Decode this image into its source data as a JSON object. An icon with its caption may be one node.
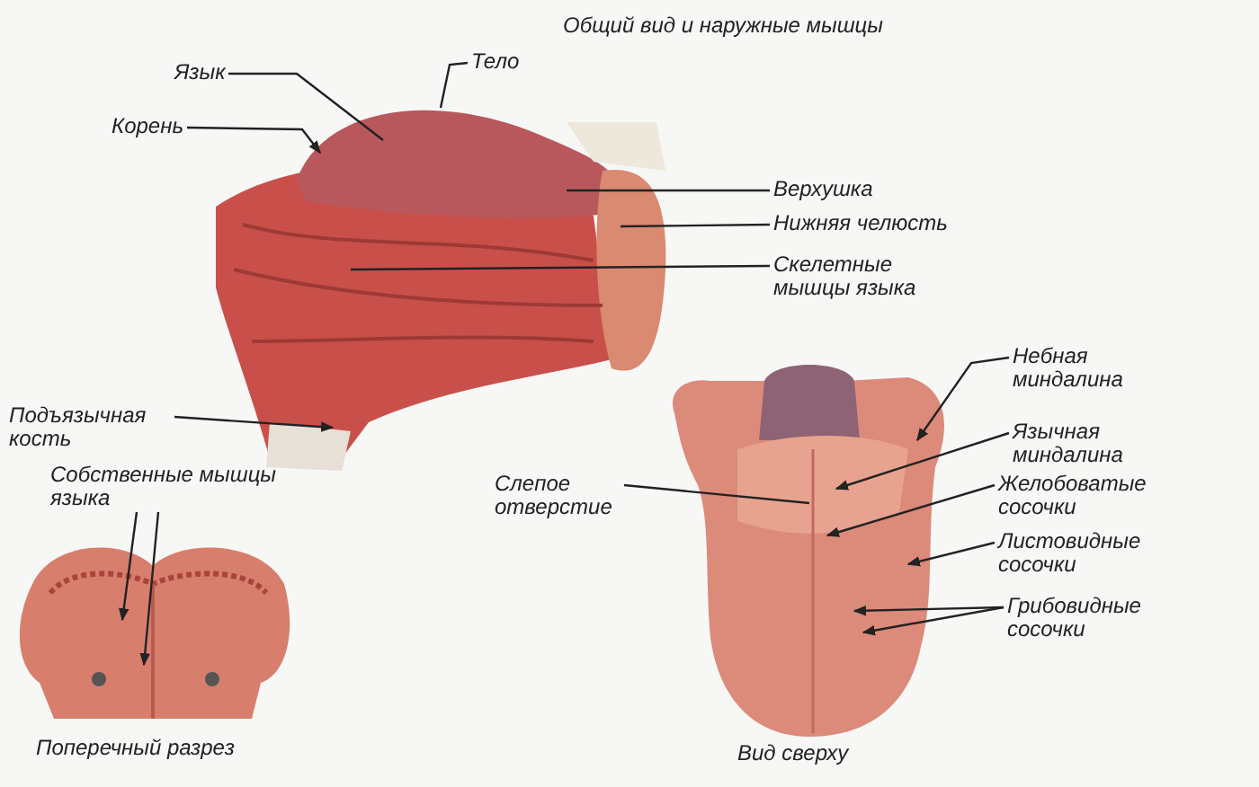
{
  "diagram": {
    "nodes": [
      {
        "text": [
          "Язык"
        ]
      },
      {
        "text": [
          "Тело"
        ]
      },
      {
        "text": [
          "Корень"
        ]
      },
      {
        "text": [
          "Верхушка"
        ]
      },
      {
        "text": [
          "Нижняя челюсть"
        ]
      },
      {
        "text": [
          "Скелетные мышцы языка"
        ]
      },
      {
        "text": [
          "Подъязычная кость"
        ]
      },
      {
        "text": [
          "Собственные мышцы языка"
        ]
      },
      {
        "text": [
          "Небная миндалина"
        ]
      },
      {
        "text": [
          "Язычная миндалина"
        ]
      },
      {
        "text": [
          "Слепое отверстие"
        ]
      },
      {
        "text": [
          "Желобоватые сосочки"
        ]
      },
      {
        "text": [
          "Листовидные сосочки"
        ]
      },
      {
        "text": [
          "Грибовидные сосочки"
        ]
      }
    ],
    "edges": [
      {
        "from": 0,
        "to": null,
        "arrow": "none"
      },
      {
        "from": 1,
        "to": null,
        "arrow": "none"
      },
      {
        "from": 2,
        "to": null,
        "arrow": "to"
      },
      {
        "from": 3,
        "to": null,
        "arrow": "none"
      },
      {
        "from": 4,
        "to": null,
        "arrow": "none"
      },
      {
        "from": 5,
        "to": null,
        "arrow": "none"
      },
      {
        "from": 6,
        "to": null,
        "arrow": "to"
      },
      {
        "from": 7,
        "to": null,
        "arrow": "to"
      },
      {
        "from": 7,
        "to": null,
        "arrow": "to"
      },
      {
        "from": 8,
        "to": null,
        "arrow": "to"
      },
      {
        "from": 9,
        "to": null,
        "arrow": "to"
      },
      {
        "from": 10,
        "to": null,
        "arrow": "none"
      },
      {
        "from": 11,
        "to": null,
        "arrow": "to"
      },
      {
        "from": 12,
        "to": null,
        "arrow": "to"
      },
      {
        "from": 13,
        "to": null,
        "arrow": "to"
      },
      {
        "from": 13,
        "to": null,
        "arrow": "to"
      }
    ],
    "labels": [
      "Общий вид и наружные мышцы",
      "Поперечный разрез",
      "Вид сверху"
    ]
  }
}
